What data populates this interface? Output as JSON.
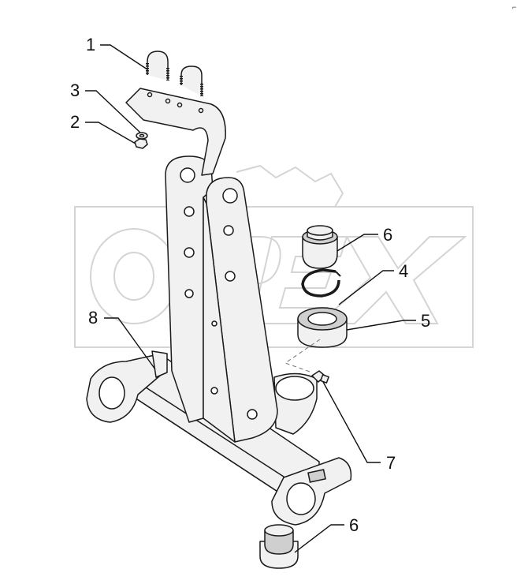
{
  "drawing": {
    "corner_mark": "⌐",
    "watermark_text": "OPEX",
    "callouts": [
      {
        "id": "c1",
        "label": "1",
        "part": "u-bolt"
      },
      {
        "id": "c3",
        "label": "3",
        "part": "washer"
      },
      {
        "id": "c2",
        "label": "2",
        "part": "nut"
      },
      {
        "id": "c6a",
        "label": "6",
        "part": "bushing"
      },
      {
        "id": "c4",
        "label": "4",
        "part": "circlip"
      },
      {
        "id": "c5",
        "label": "5",
        "part": "bearing"
      },
      {
        "id": "c8",
        "label": "8",
        "part": "frame"
      },
      {
        "id": "c7",
        "label": "7",
        "part": "grease-nipple"
      },
      {
        "id": "c6b",
        "label": "6",
        "part": "bushing"
      }
    ]
  }
}
